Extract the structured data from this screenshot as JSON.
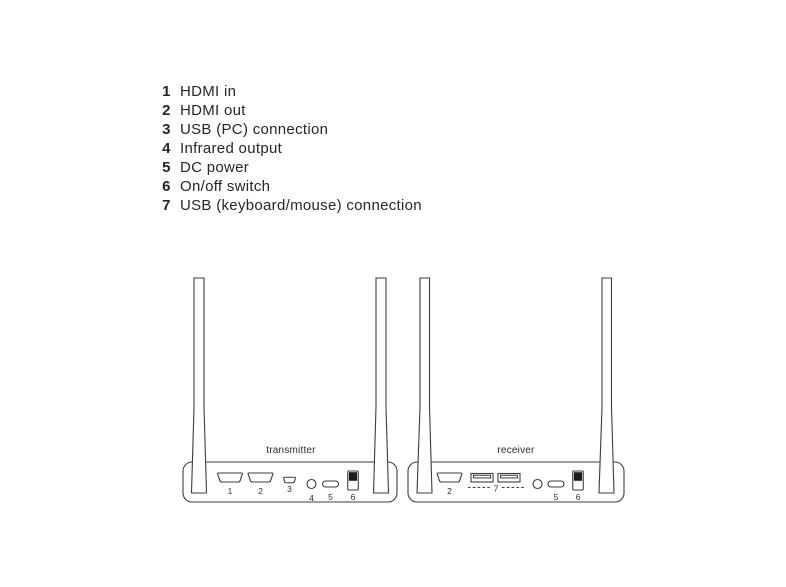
{
  "colors": {
    "background": "#ffffff",
    "line": "#3c3c3c",
    "text": "#262626",
    "switch_knob": "#1c1c1c"
  },
  "legend": {
    "items": [
      {
        "num": "1",
        "label": "HDMI in"
      },
      {
        "num": "2",
        "label": "HDMI out"
      },
      {
        "num": "3",
        "label": "USB (PC) connection"
      },
      {
        "num": "4",
        "label": "Infrared output"
      },
      {
        "num": "5",
        "label": "DC power"
      },
      {
        "num": "6",
        "label": "On/off switch"
      },
      {
        "num": "7",
        "label": "USB (keyboard/mouse) connection"
      }
    ]
  },
  "devices": {
    "transmitter": {
      "label": "transmitter",
      "ports": {
        "hdmi_in": "1",
        "hdmi_out": "2",
        "usb_pc": "3",
        "ir_output": "4",
        "dc_power": "5",
        "on_off_switch": "6"
      }
    },
    "receiver": {
      "label": "receiver",
      "ports": {
        "hdmi_out": "2",
        "usb_keyboard_mouse": "7",
        "dc_power": "5",
        "on_off_switch": "6"
      }
    }
  }
}
